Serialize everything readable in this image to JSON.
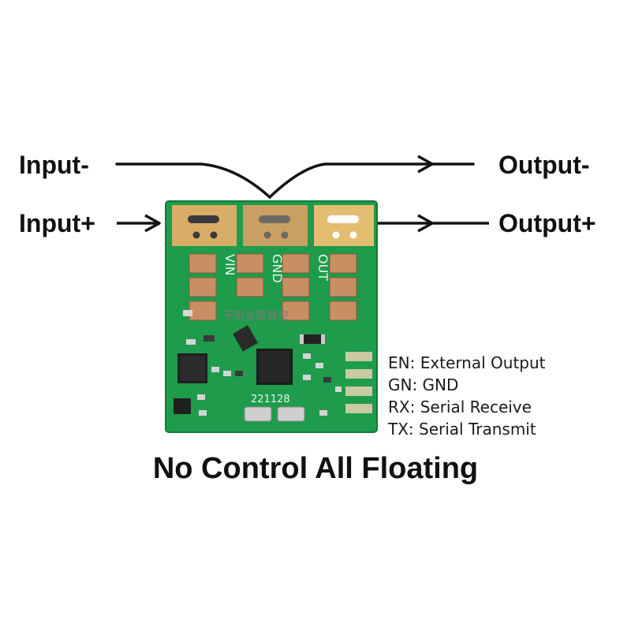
{
  "terminals": {
    "input_minus": "Input-",
    "input_plus": "Input+",
    "output_minus": "Output-",
    "output_plus": "Output+"
  },
  "board": {
    "silkscreen_vin": "VIN",
    "silkscreen_gnd": "GND",
    "silkscreen_out": "OUT",
    "silkscreen_chinese": "不用全部悬空",
    "date_code": "221128",
    "pcb_color": "#1c9a4a",
    "pad_color": "#d6aa62"
  },
  "pin_legend": [
    "EN: External Output",
    "GN: GND",
    "RX: Serial Receive",
    "TX: Serial Transmit"
  ],
  "caption": "No Control All Floating"
}
